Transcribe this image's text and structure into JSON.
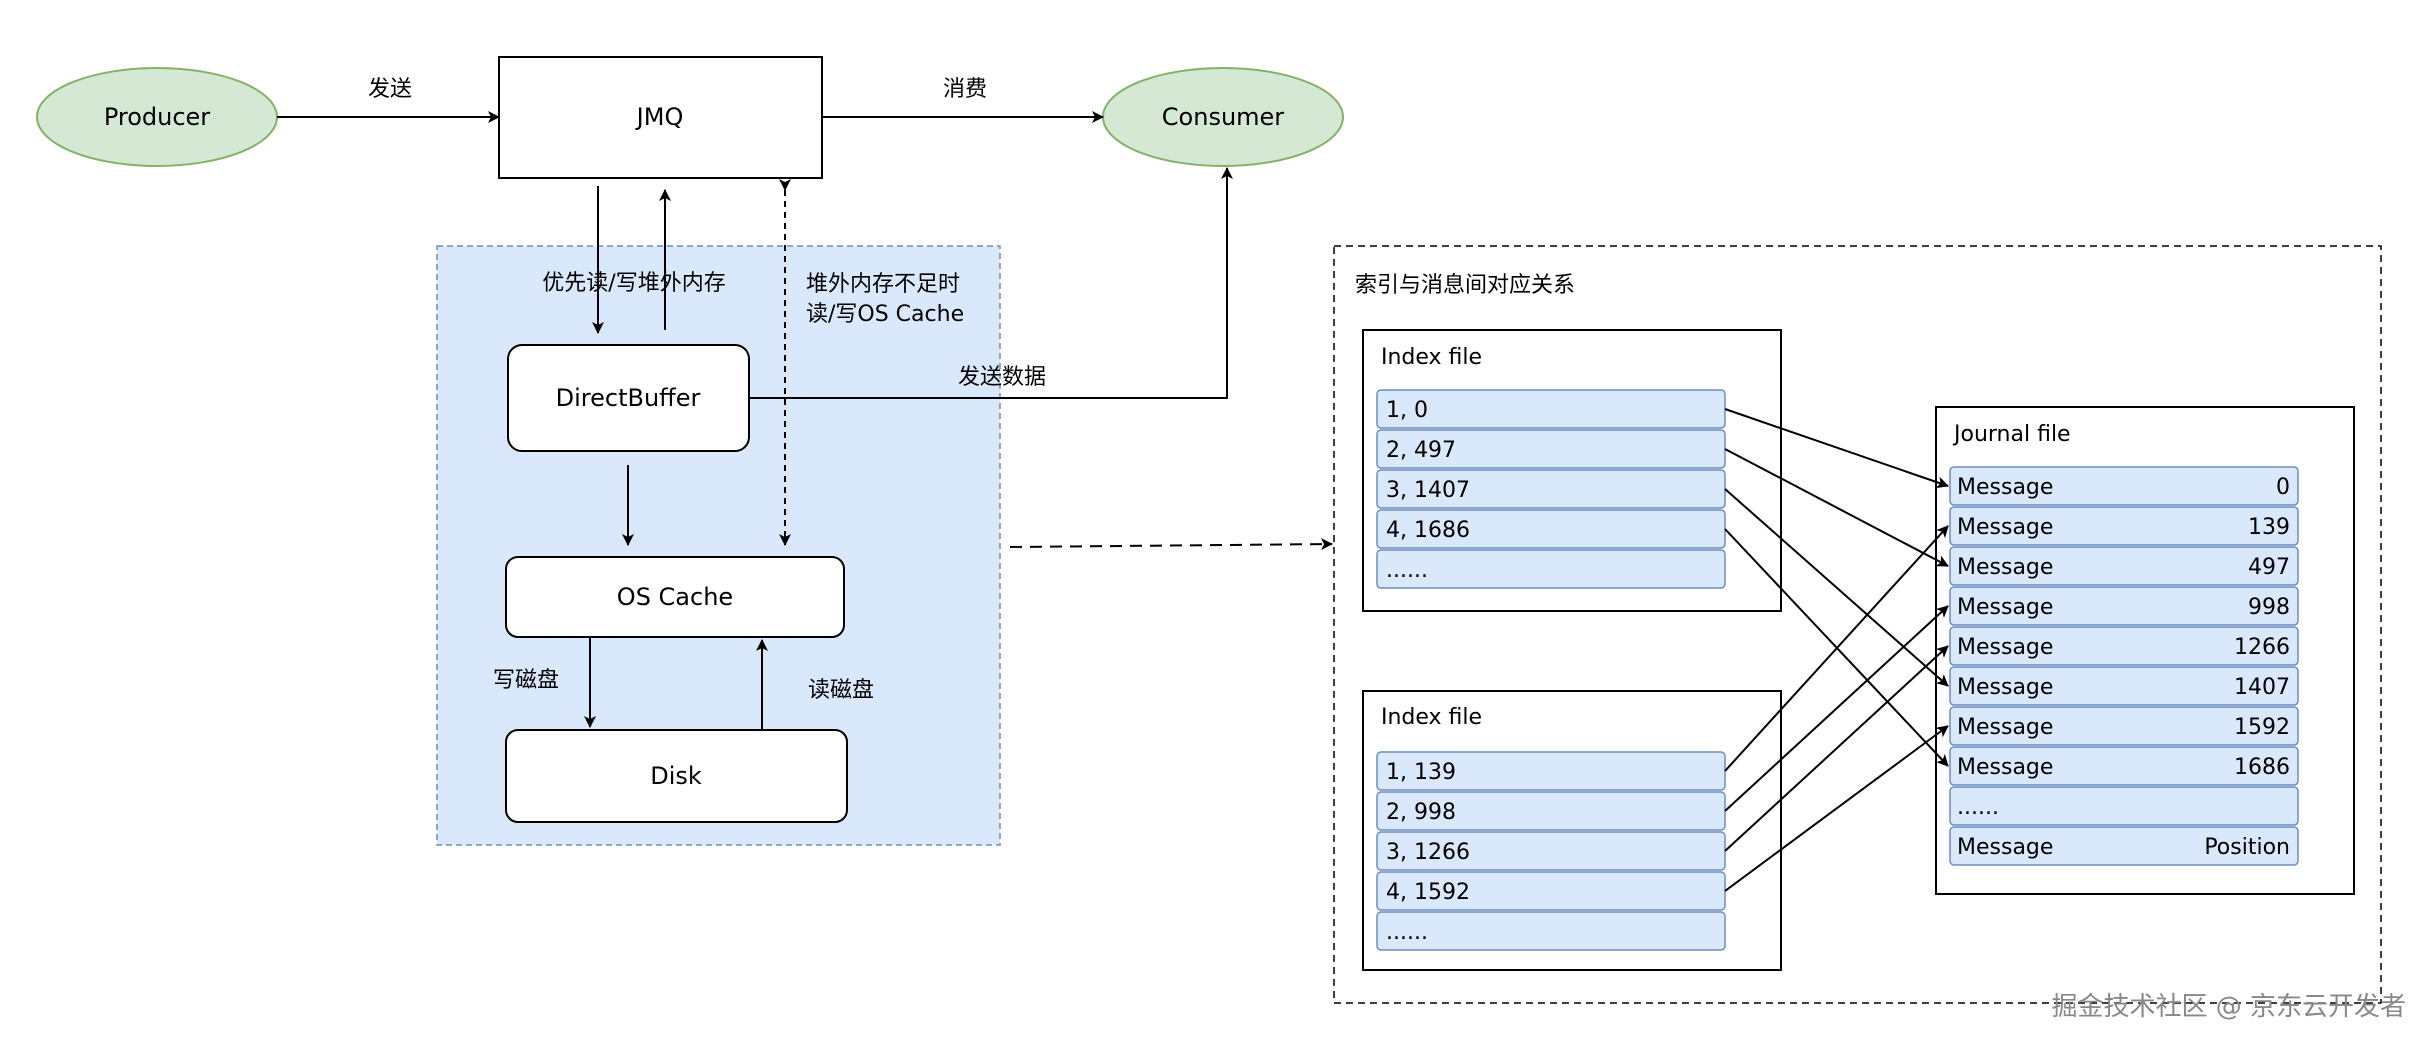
{
  "nodes": {
    "producer": "Producer",
    "jmq": "JMQ",
    "consumer": "Consumer",
    "direct_buffer": "DirectBuffer",
    "os_cache": "OS Cache",
    "disk": "Disk"
  },
  "edges": {
    "send": "发送",
    "consume": "消费",
    "prefer_offheap": "优先读/写堆外内存",
    "offheap_insufficient_1": "堆外内存不足时",
    "offheap_insufficient_2": "读/写OS Cache",
    "send_data": "发送数据",
    "write_disk": "写磁盘",
    "read_disk": "读磁盘"
  },
  "mapping": {
    "title": "索引与消息间对应关系",
    "index_file_1": {
      "title": "Index file",
      "entries": [
        "1, 0",
        "2, 497",
        "3, 1407",
        "4, 1686",
        "......"
      ]
    },
    "index_file_2": {
      "title": "Index file",
      "entries": [
        "1, 139",
        "2, 998",
        "3, 1266",
        "4, 1592",
        "......"
      ]
    },
    "journal_file": {
      "title": "Journal file",
      "rows": [
        {
          "label": "Message",
          "value": "0"
        },
        {
          "label": "Message",
          "value": "139"
        },
        {
          "label": "Message",
          "value": "497"
        },
        {
          "label": "Message",
          "value": "998"
        },
        {
          "label": "Message",
          "value": "1266"
        },
        {
          "label": "Message",
          "value": "1407"
        },
        {
          "label": "Message",
          "value": "1592"
        },
        {
          "label": "Message",
          "value": "1686"
        },
        {
          "label": "......",
          "value": ""
        },
        {
          "label": "Message",
          "value": "Position"
        }
      ]
    }
  },
  "watermark": "掘金技术社区 @ 京东云开发者",
  "colors": {
    "ellipse_fill": "#d5e8d4",
    "ellipse_stroke": "#82b366",
    "region_fill": "#dae8fc",
    "region_stroke": "#6c8ebf",
    "cell_fill": "#dae8fc",
    "cell_stroke": "#6c8ebf"
  }
}
